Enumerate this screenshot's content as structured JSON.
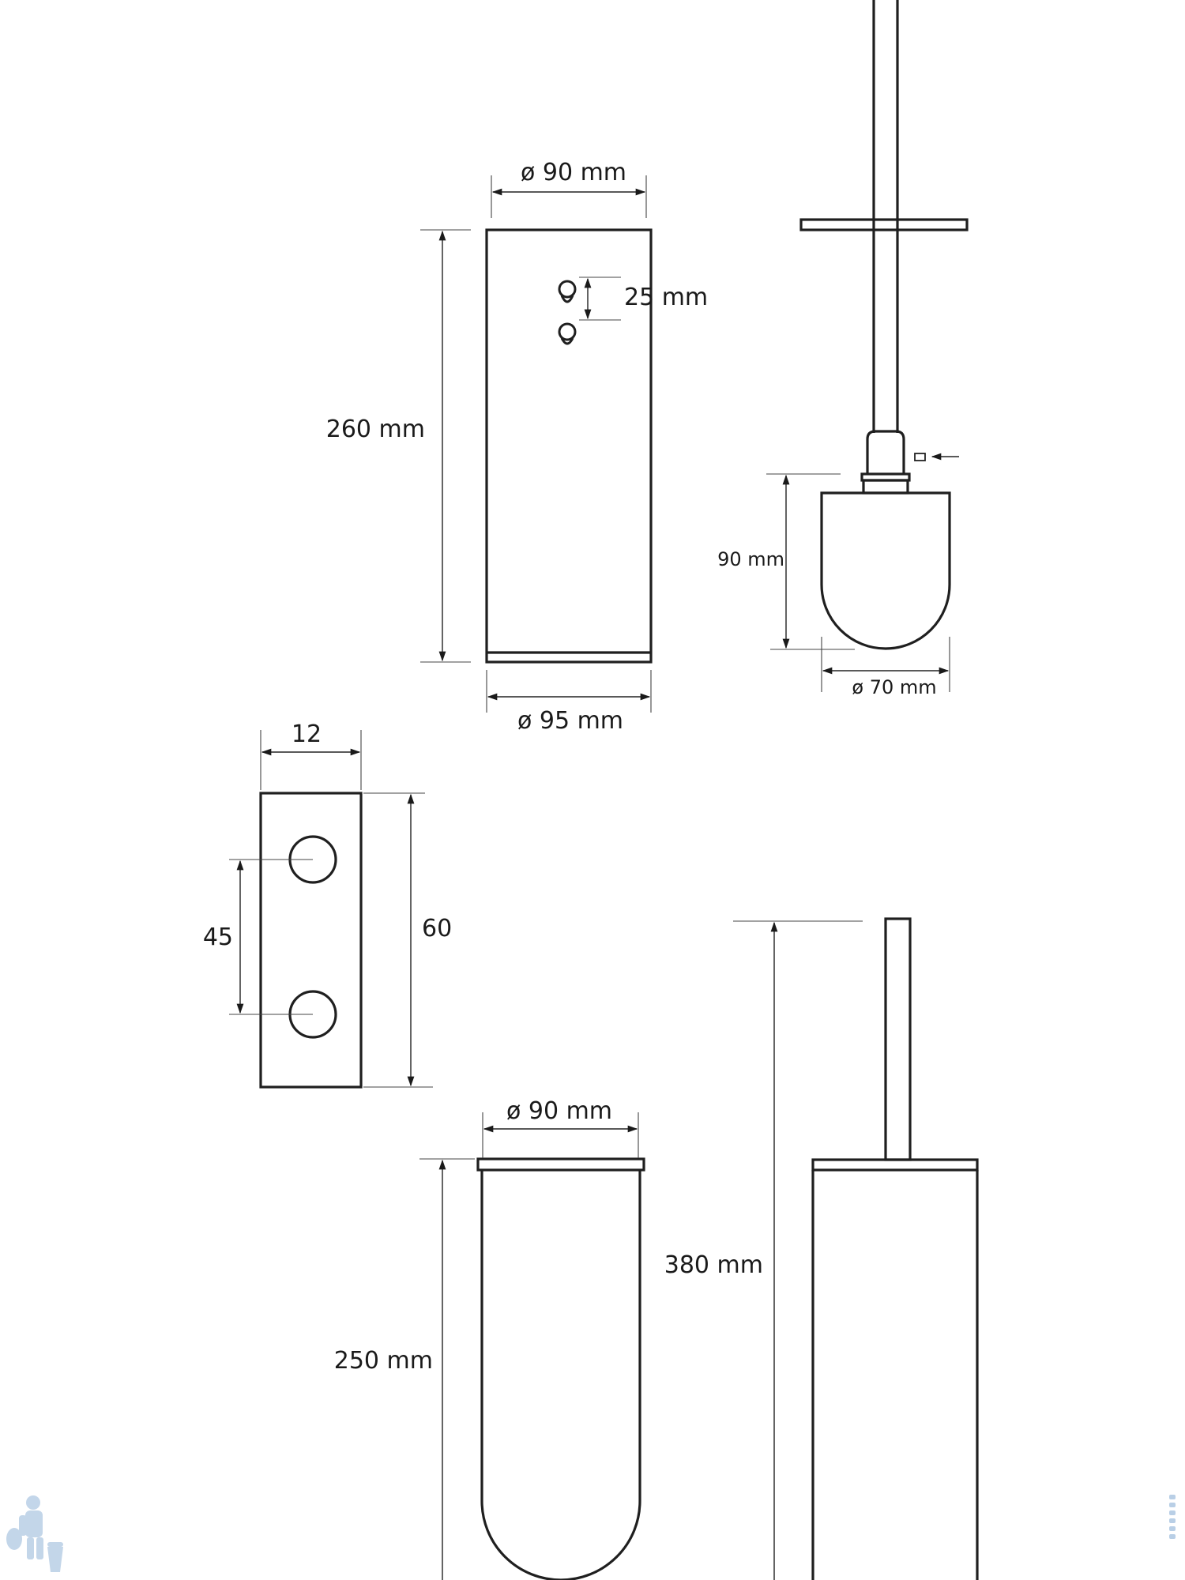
{
  "labels": {
    "top_width": "ø 90 mm",
    "keyhole_spacing": "25 mm",
    "holder_height": "260 mm",
    "holder_base_width": "ø 95 mm",
    "brush_head_height": "90 mm",
    "brush_head_width": "ø 70 mm",
    "bracket_width": "12",
    "bracket_hole_spacing": "45",
    "bracket_height": "60",
    "cup_width": "ø 90 mm",
    "cup_height": "250 mm",
    "overall_height": "380 mm"
  },
  "colors": {
    "line": "#1f1f1f",
    "watermark": "#b9cfe6"
  },
  "icons": {
    "keyhole": "keyhole-icon",
    "arrow": "arrow-icon",
    "watermark": "plumber-mascot-icon"
  }
}
